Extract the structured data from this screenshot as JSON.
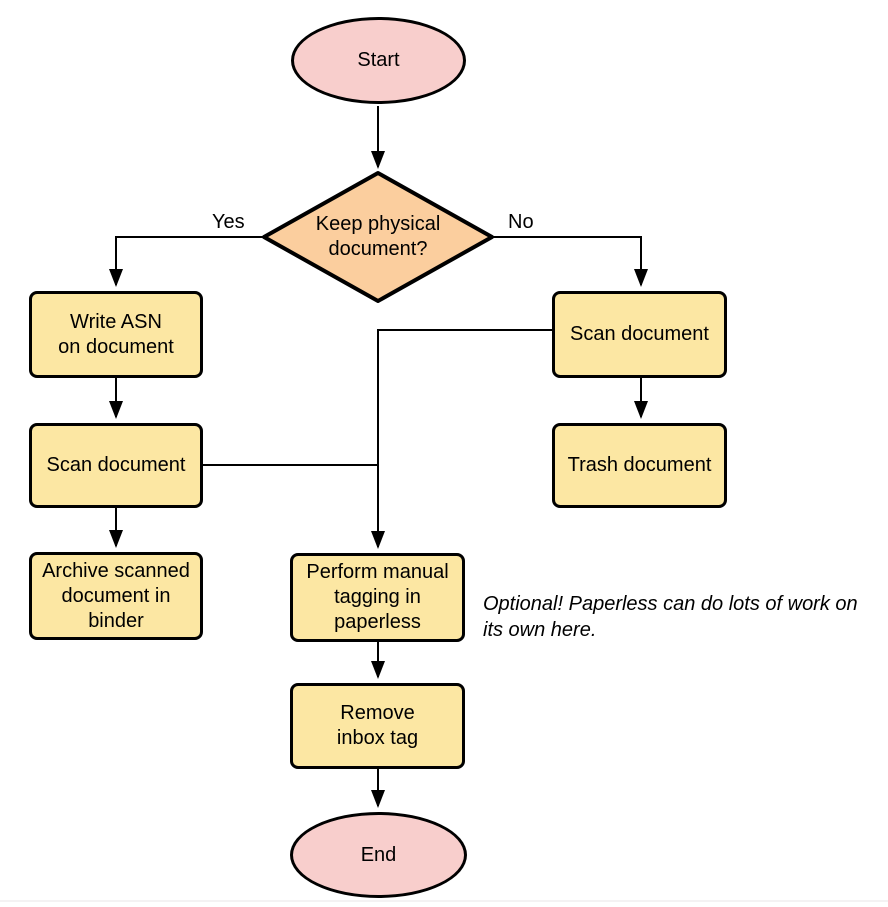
{
  "colors": {
    "terminal_fill": "#f8cecc",
    "decision_fill": "#fbce9e",
    "process_fill": "#fce7a3",
    "stroke": "#000000"
  },
  "nodes": {
    "start": {
      "label": "Start",
      "type": "terminal"
    },
    "decision": {
      "lines": [
        "Keep physical",
        "document?"
      ],
      "type": "decision"
    },
    "write_asn": {
      "lines": [
        "Write ASN",
        "on document"
      ],
      "type": "process"
    },
    "scan_left": {
      "lines": [
        "Scan document"
      ],
      "type": "process"
    },
    "archive": {
      "lines": [
        "Archive scanned",
        "document in",
        "binder"
      ],
      "type": "process"
    },
    "scan_right": {
      "lines": [
        "Scan document"
      ],
      "type": "process"
    },
    "trash": {
      "lines": [
        "Trash document"
      ],
      "type": "process"
    },
    "tagging": {
      "lines": [
        "Perform manual",
        "tagging in",
        "paperless"
      ],
      "type": "process"
    },
    "remove_inbox": {
      "lines": [
        "Remove",
        "inbox tag"
      ],
      "type": "process"
    },
    "end": {
      "label": "End",
      "type": "terminal"
    }
  },
  "edge_labels": {
    "yes": "Yes",
    "no": "No"
  },
  "annotation": {
    "lines": [
      "Optional! Paperless can do lots of work on",
      "its own here."
    ]
  },
  "edges": [
    {
      "from": "start",
      "to": "decision",
      "label": ""
    },
    {
      "from": "decision",
      "to": "write_asn",
      "label": "Yes"
    },
    {
      "from": "decision",
      "to": "scan_right",
      "label": "No"
    },
    {
      "from": "write_asn",
      "to": "scan_left",
      "label": ""
    },
    {
      "from": "scan_left",
      "to": "archive",
      "label": ""
    },
    {
      "from": "scan_left",
      "to": "tagging",
      "label": ""
    },
    {
      "from": "scan_right",
      "to": "trash",
      "label": ""
    },
    {
      "from": "scan_right",
      "to": "tagging",
      "label": ""
    },
    {
      "from": "tagging",
      "to": "remove_inbox",
      "label": ""
    },
    {
      "from": "remove_inbox",
      "to": "end",
      "label": ""
    }
  ]
}
